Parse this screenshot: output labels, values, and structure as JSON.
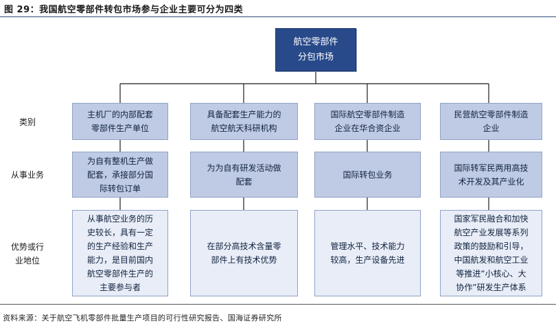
{
  "figure_title": "图 29：我国航空零部件转包市场参与企业主要可分为四类",
  "root": "航空零部件\n分包市场",
  "row_labels": {
    "category": "类别",
    "business": "从事业务",
    "advantage": "优势或行\n业地位"
  },
  "columns": [
    {
      "category": "主机厂的内部配套\n零部件生产单位",
      "business": "为自有整机生产做\n配套，承接部分国\n际转包订单",
      "advantage": "从事航空业务的历\n史较长，具有一定\n的生产经验和生产\n能力，是目前国内\n航空零部件生产的\n主要参与者"
    },
    {
      "category": "具备配套生产能力的\n航空航天科研机构",
      "business": "为为自有研发活动做\n配套",
      "advantage": "在部分高技术含量零\n部件上有技术优势"
    },
    {
      "category": "国际航空零部件制造\n企业在华合资企业",
      "business": "国际转包业务",
      "advantage": "管理水平、技术能力\n较高，生产设备先进"
    },
    {
      "category": "民营航空零部件制造\n企业",
      "business": "国际转军民两用高技\n术开发及其产业化",
      "advantage": "国家军民融合和加快\n航空产业发展等系列\n政策的鼓励和引导，\n中国航发和航空工业\n等推进“小核心、大\n协作”研发生产体系"
    }
  ],
  "source": "资料来源：关于航空飞机零部件批量生产项目的可行性研究报告、国海证券研究所",
  "colors": {
    "root_fill": "#294a8a",
    "category_fill": "#bfcbe4",
    "advantage_fill": "#e8edf7",
    "rule": "#2e4d7b"
  }
}
